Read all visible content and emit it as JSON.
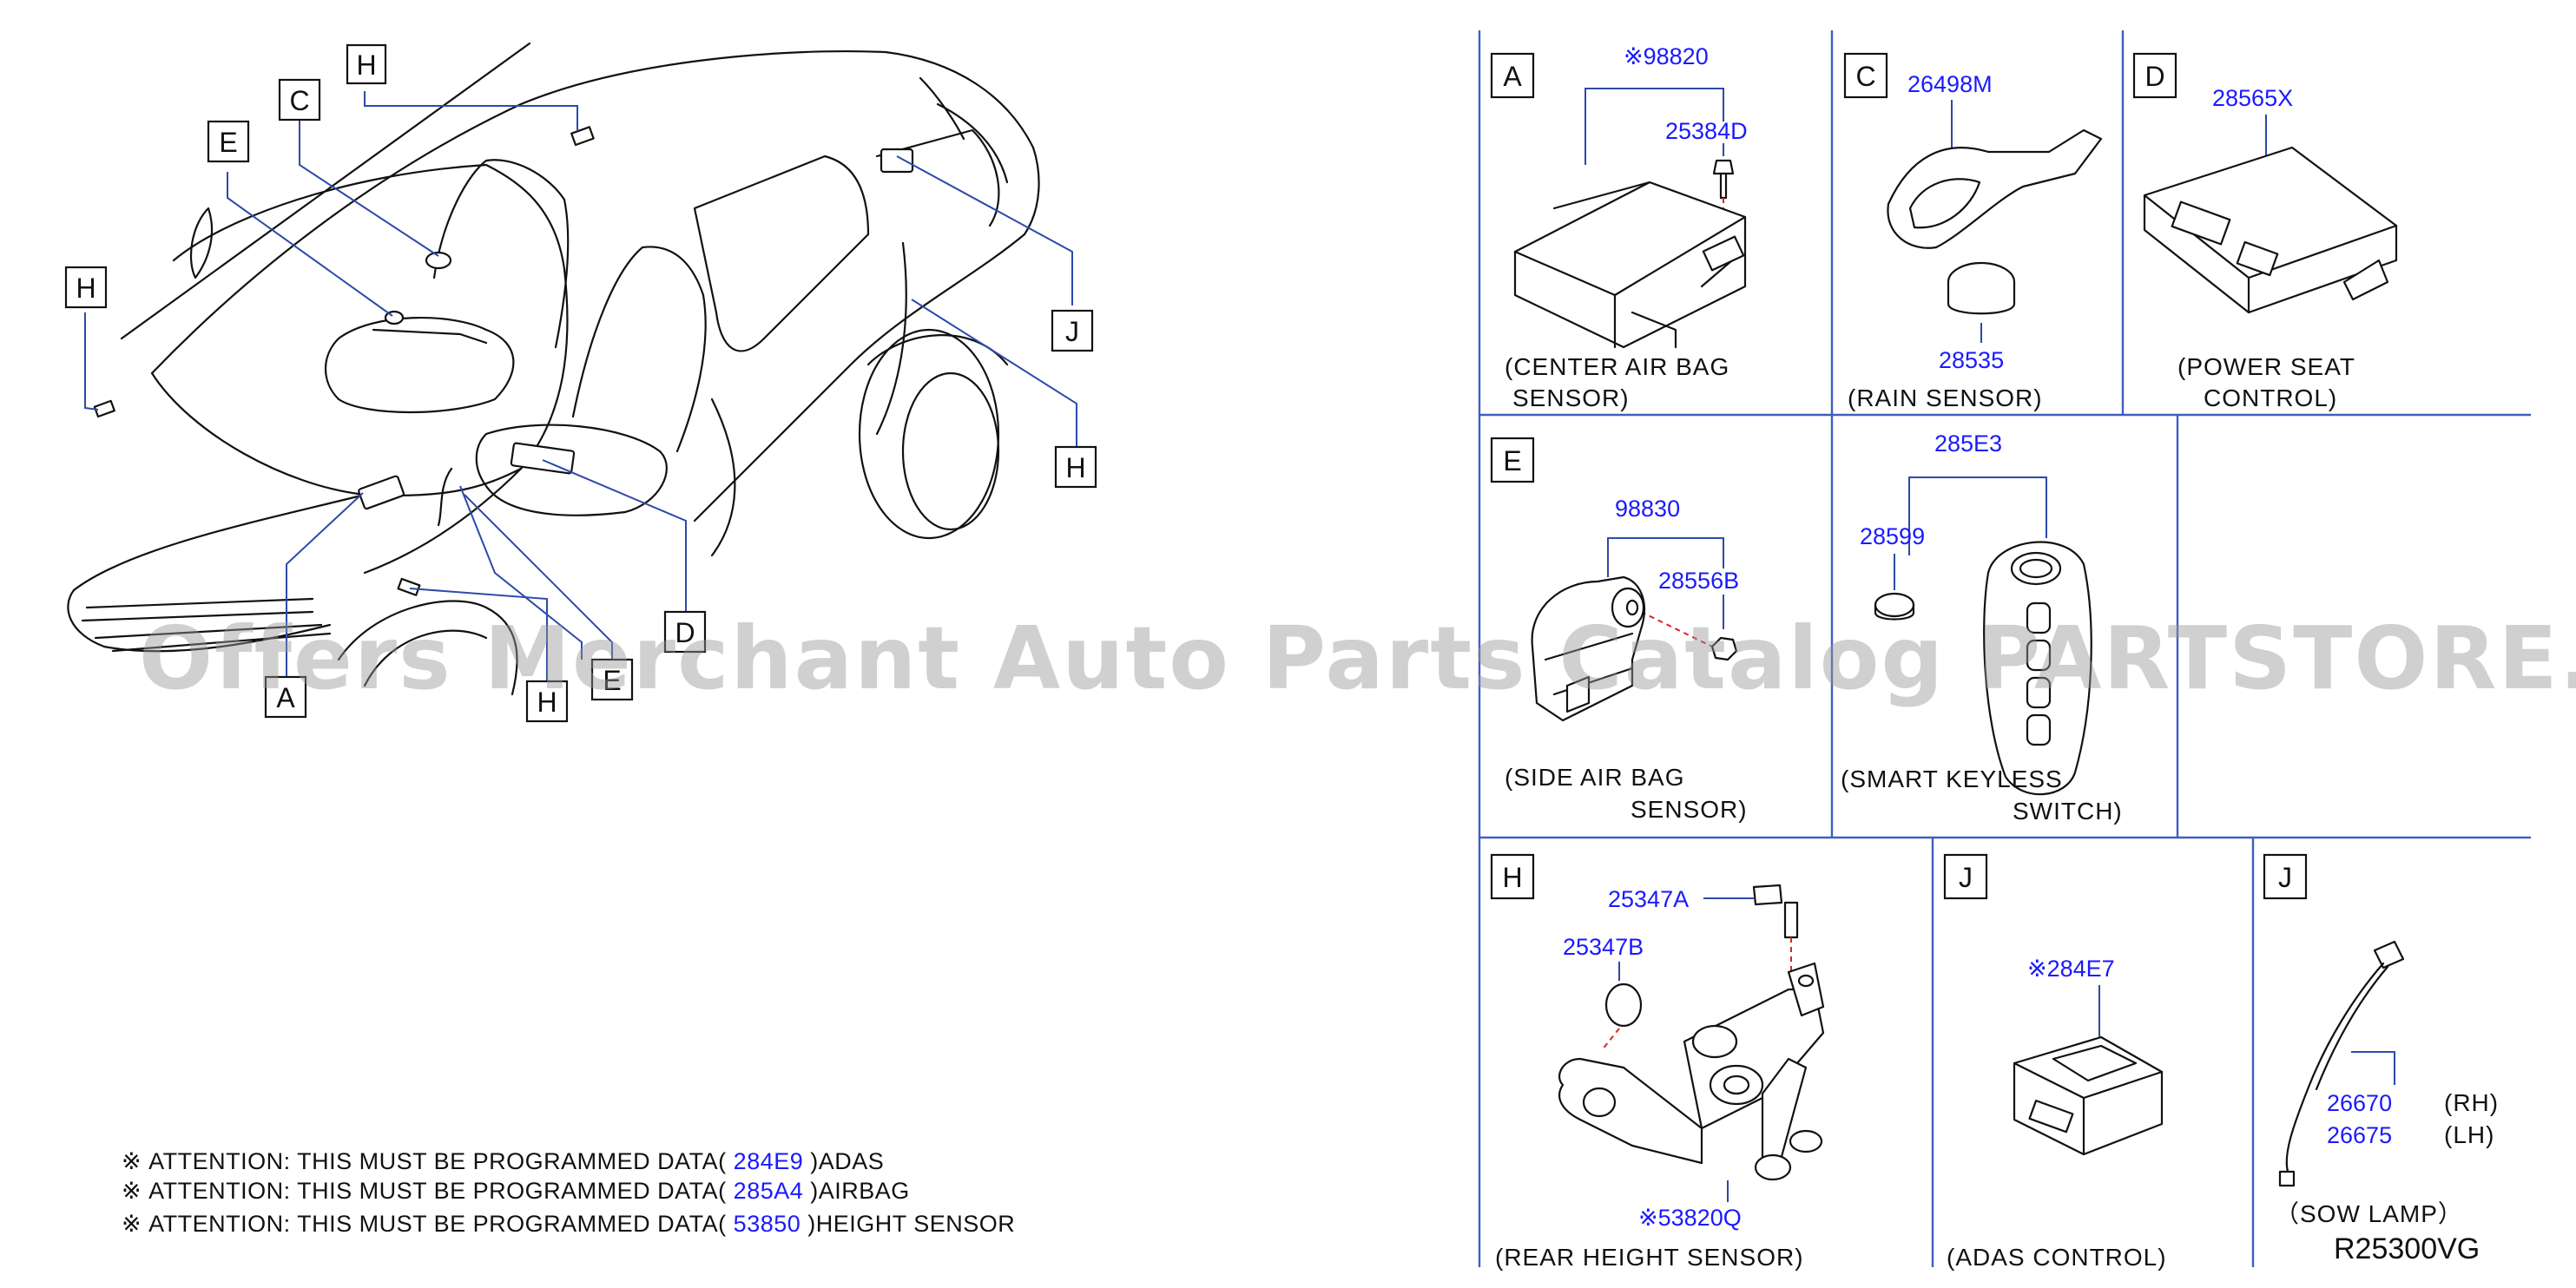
{
  "vehicle_callouts": [
    "A",
    "C",
    "D",
    "E",
    "H",
    "H",
    "H",
    "H",
    "J"
  ],
  "panels": [
    {
      "letter": "A",
      "parts": [
        "※98820",
        "25384D"
      ],
      "caption": [
        "(CENTER  AIR  BAG",
        "SENSOR)"
      ]
    },
    {
      "letter": "C",
      "parts": [
        "26498M",
        "28535"
      ],
      "caption": [
        "(RAIN  SENSOR)"
      ]
    },
    {
      "letter": "D",
      "parts": [
        "28565X"
      ],
      "caption": [
        "(POWER  SEAT",
        "CONTROL)"
      ]
    },
    {
      "letter": "E",
      "parts": [
        "98830",
        "28556B"
      ],
      "caption": [
        "(SIDE  AIR  BAG",
        "SENSOR)"
      ]
    },
    {
      "letter": "",
      "parts": [
        "285E3",
        "28599"
      ],
      "caption": [
        "(SMART  KEYLESS",
        "SWITCH)"
      ]
    },
    {
      "letter": "H",
      "parts": [
        "25347A",
        "25347B",
        "※53820Q"
      ],
      "caption": [
        "(REAR  HEIGHT  SENSOR)"
      ]
    },
    {
      "letter": "J",
      "parts": [
        "※284E7"
      ],
      "caption": [
        "(ADAS  CONTROL)"
      ]
    },
    {
      "letter": "J",
      "parts": [
        "26670",
        "26675"
      ],
      "side_labels": [
        "(RH)",
        "(LH)"
      ],
      "caption": [
        "（SOW  LAMP）"
      ]
    }
  ],
  "attention_notes": [
    {
      "mark": "※",
      "text": "ATTENTION:  THIS  MUST  BE  PROGRAMMED  DATA(",
      "code": "284E9",
      "suffix": ")ADAS"
    },
    {
      "mark": "※",
      "text": "ATTENTION:  THIS  MUST  BE  PROGRAMMED  DATA(",
      "code": "285A4",
      "suffix": ")AIRBAG"
    },
    {
      "mark": "※",
      "text": "ATTENTION:  THIS  MUST  BE  PROGRAMMED  DATA(",
      "code": "53850",
      "suffix": ")HEIGHT  SENSOR"
    }
  ],
  "diagram_code": "R25300VG",
  "watermark": "Offers Merchant Auto Parts Catalog PARTSTORE.SA",
  "colors": {
    "callout": "#1a1aff",
    "grid": "#3f5fc0",
    "leader": "#2d4aa8",
    "watermark": "#969696"
  }
}
